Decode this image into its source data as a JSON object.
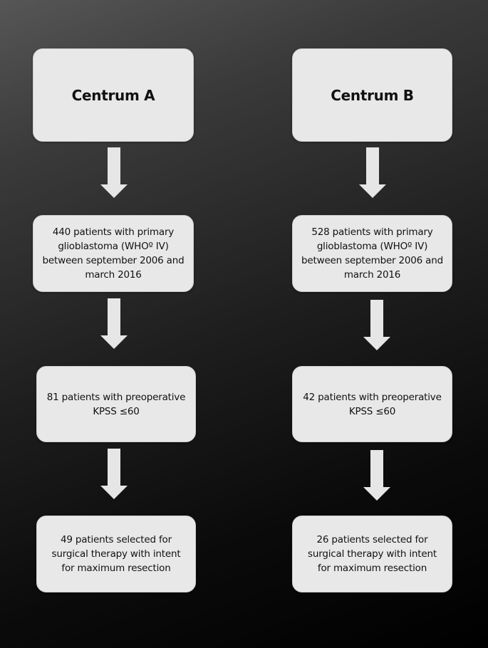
{
  "columns": [
    {
      "id": "a",
      "title": "Centrum A",
      "steps": [
        "440 patients with primary\nglioblastoma (WHOº IV)\nbetween september 2006 and\nmarch 2016",
        "81 patients with preoperative\nKPSS ≤60",
        "49 patients selected for\nsurgical therapy with intent\nfor maximum resection"
      ]
    },
    {
      "id": "b",
      "title": "Centrum B",
      "steps": [
        "528 patients with primary\nglioblastoma (WHOº IV)\nbetween september 2006 and\nmarch 2016",
        "42 patients with preoperative\nKPSS ≤60",
        "26 patients selected for\nsurgical therapy with intent\nfor maximum resection"
      ]
    }
  ],
  "colors": {
    "box_fill": "#e8e8e8",
    "arrow_fill": "#e6e6e6",
    "text": "#111111"
  }
}
